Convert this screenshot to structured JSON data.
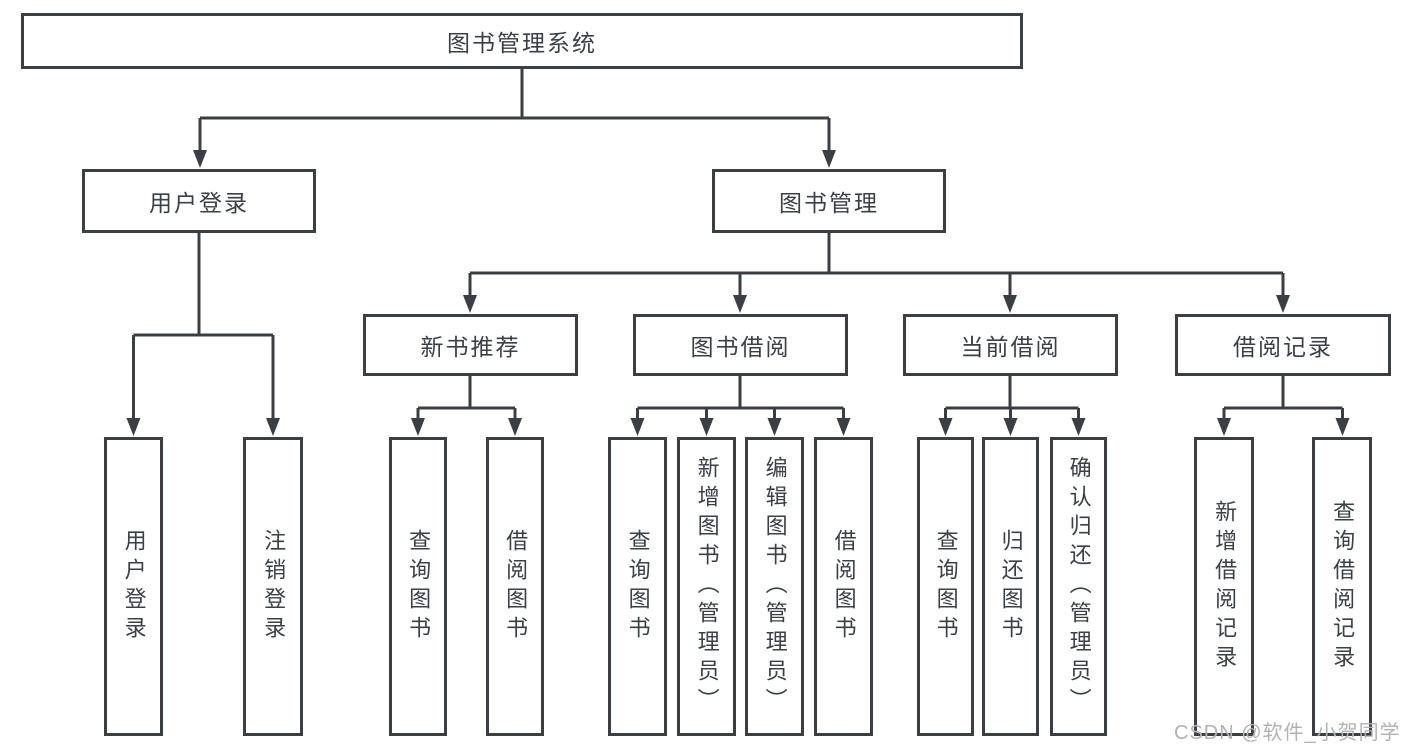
{
  "colors": {
    "line": "#3b3f43",
    "box_border": "#3b3f43",
    "text": "#3b4046",
    "watermark": "#b2b2b4",
    "background": "#ffffff"
  },
  "root": {
    "label": "图书管理系统"
  },
  "level2": {
    "user_login": {
      "label": "用户登录"
    },
    "book_mgmt": {
      "label": "图书管理"
    }
  },
  "level3": {
    "new_book": {
      "label": "新书推荐"
    },
    "borrow": {
      "label": "图书借阅"
    },
    "current": {
      "label": "当前借阅"
    },
    "records": {
      "label": "借阅记录"
    }
  },
  "leaves": {
    "user_login": {
      "label": "用户登录"
    },
    "logout": {
      "label": "注销登录"
    },
    "nb_query": {
      "label": "查询图书"
    },
    "nb_borrow": {
      "label": "借阅图书"
    },
    "bw_query": {
      "label": "查询图书"
    },
    "bw_add": {
      "label": "新增图书（管理员）"
    },
    "bw_edit": {
      "label": "编辑图书（管理员）"
    },
    "bw_borrow": {
      "label": "借阅图书"
    },
    "cu_query": {
      "label": "查询图书"
    },
    "cu_return": {
      "label": "归还图书"
    },
    "cu_confirm": {
      "label": "确认归还（管理员）"
    },
    "rc_add": {
      "label": "新增借阅记录"
    },
    "rc_query": {
      "label": "查询借阅记录"
    }
  },
  "watermark": {
    "text": "CSDN @软件_小贺同学"
  }
}
